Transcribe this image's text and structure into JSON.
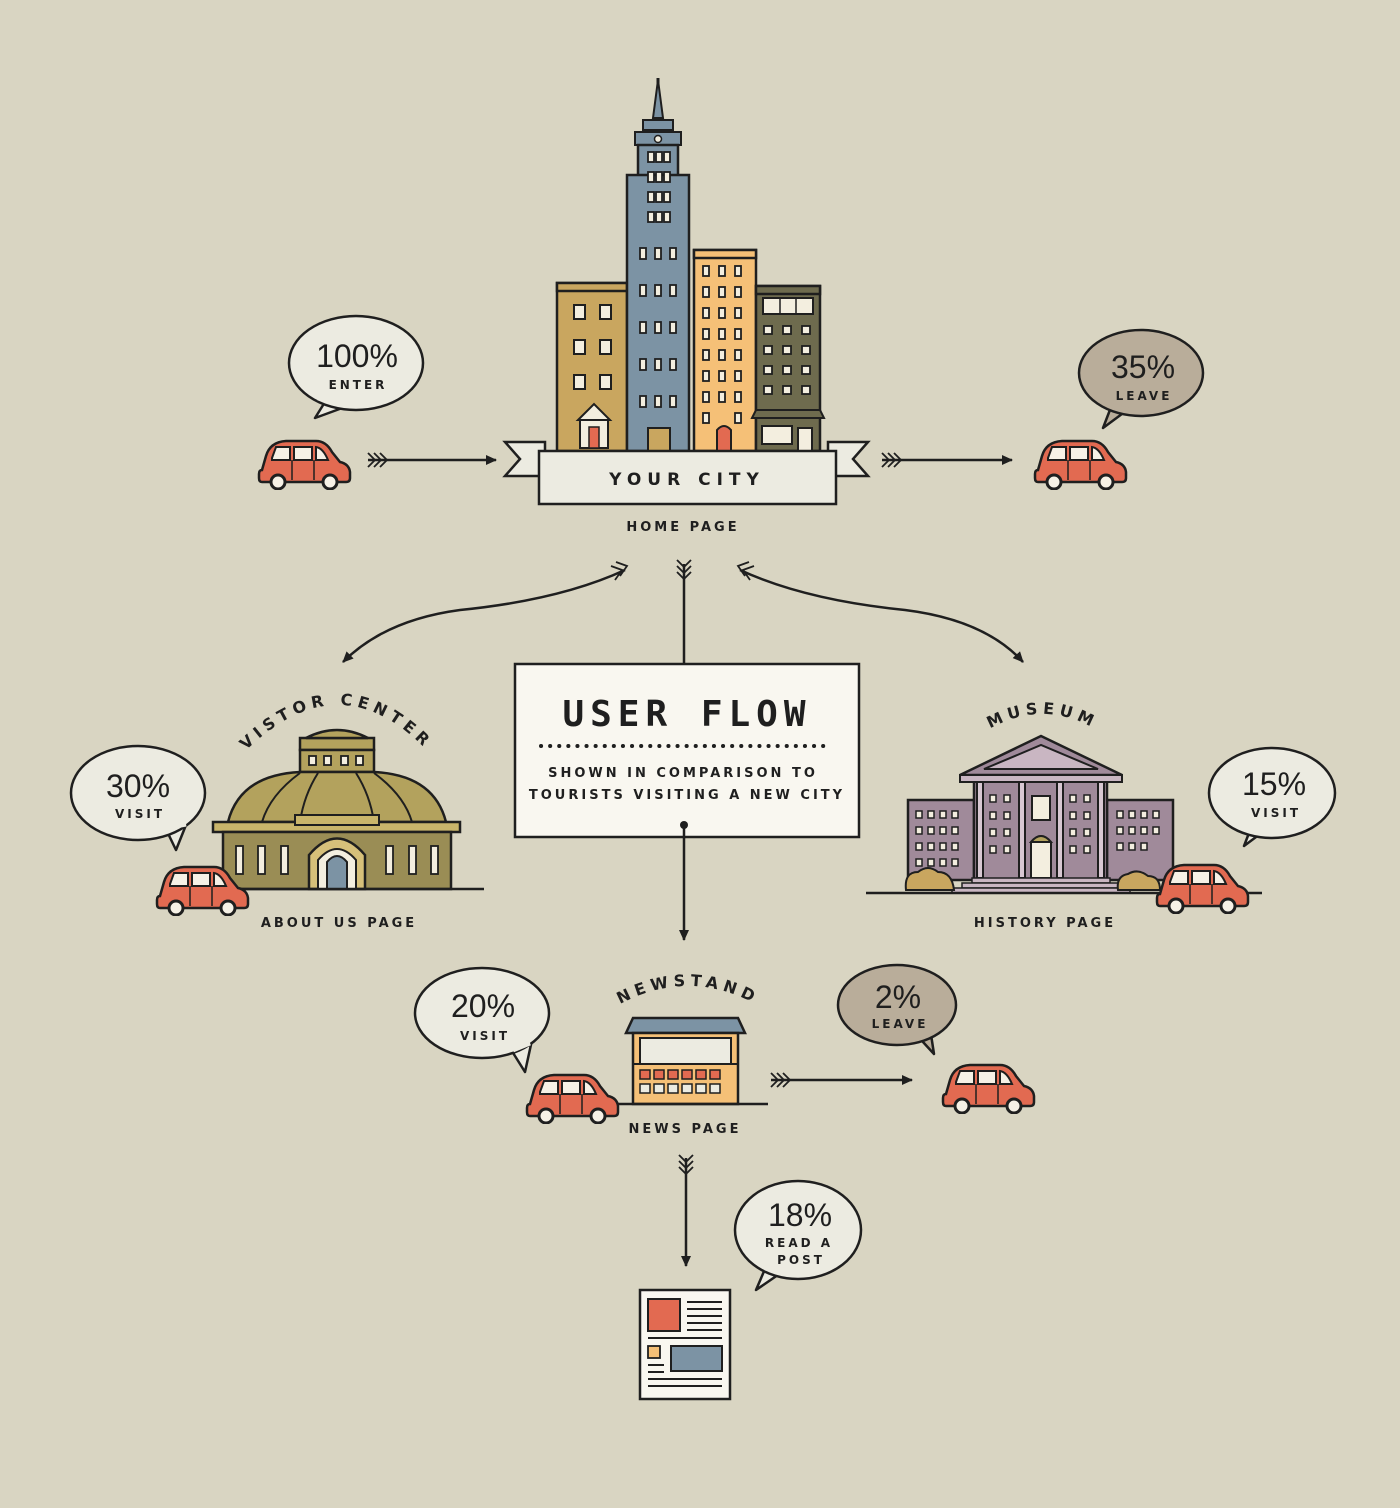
{
  "title": "USER FLOW",
  "subtitle_lines": [
    "SHOWN IN COMPARISON TO",
    "TOURISTS VISITING A NEW CITY"
  ],
  "banner": "YOUR CITY",
  "pages": {
    "home": "HOME PAGE",
    "about": "ABOUT US PAGE",
    "history": "HISTORY PAGE",
    "news": "NEWS PAGE"
  },
  "landmarks": {
    "visitor_center": "VISTOR CENTER",
    "museum": "MUSEUM",
    "newstand": "NEWSTAND"
  },
  "bubbles": {
    "enter": {
      "value": "100%",
      "label": "ENTER"
    },
    "leave_home": {
      "value": "35%",
      "label": "LEAVE"
    },
    "visit_about": {
      "value": "30%",
      "label": "VISIT"
    },
    "visit_history": {
      "value": "15%",
      "label": "VISIT"
    },
    "visit_news": {
      "value": "20%",
      "label": "VISIT"
    },
    "leave_news": {
      "value": "2%",
      "label": "LEAVE"
    },
    "read_post": {
      "value": "18%",
      "label_lines": [
        "READ A",
        "POST"
      ]
    }
  },
  "colors": {
    "background": "#d9d5c2",
    "car": "#e26a51",
    "bubble_light": "#ecebe1",
    "bubble_dark": "#b9ad9a",
    "tower": "#7c93a4",
    "tan": "#c9a65f",
    "peach": "#f5c077",
    "olive": "#6e6b4e",
    "dome": "#b3a25d",
    "museum": "#a08a9a"
  }
}
